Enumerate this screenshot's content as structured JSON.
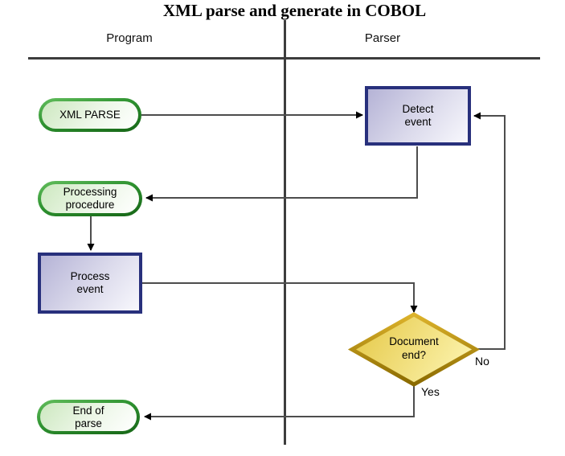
{
  "title": "XML parse and generate in COBOL",
  "lanes": {
    "left": "Program",
    "right": "Parser"
  },
  "nodes": {
    "xml_parse": {
      "label": "XML PARSE",
      "shape": "terminator",
      "lane": "Program",
      "border_color": "#2e9230",
      "fill_color": "#cde8c0"
    },
    "detect_event": {
      "label": "Detect\nevent",
      "shape": "process",
      "lane": "Parser",
      "border_color": "#28307c",
      "fill_color": "#b5b3d6"
    },
    "processing_procedure": {
      "label": "Processing\nprocedure",
      "shape": "terminator",
      "lane": "Program",
      "border_color": "#2e9230",
      "fill_color": "#cde8c0"
    },
    "process_event": {
      "label": "Process\nevent",
      "shape": "process",
      "lane": "Program",
      "border_color": "#28307c",
      "fill_color": "#b5b3d6"
    },
    "document_end": {
      "label": "Document\nend?",
      "shape": "decision",
      "lane": "Parser",
      "border_color": "#ab8310",
      "fill_color": "#eed75c"
    },
    "end_of_parse": {
      "label": "End of\nparse",
      "shape": "terminator",
      "lane": "Program",
      "border_color": "#2e9230",
      "fill_color": "#cde8c0"
    }
  },
  "edges": {
    "no_label": "No",
    "yes_label": "Yes",
    "connections": [
      {
        "from": "xml_parse",
        "to": "detect_event"
      },
      {
        "from": "detect_event",
        "to": "processing_procedure"
      },
      {
        "from": "processing_procedure",
        "to": "process_event"
      },
      {
        "from": "process_event",
        "to": "document_end"
      },
      {
        "from": "document_end",
        "to": "detect_event",
        "label": "No"
      },
      {
        "from": "document_end",
        "to": "end_of_parse",
        "label": "Yes"
      }
    ]
  },
  "colors": {
    "connector": "#4d4d4d",
    "arrowhead": "#000000",
    "rule": "#3d3d3d"
  }
}
